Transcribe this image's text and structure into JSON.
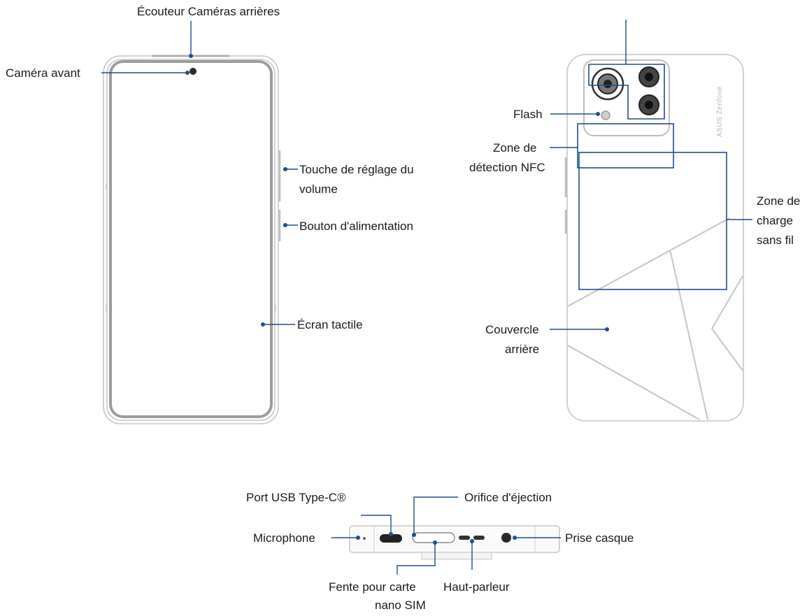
{
  "labels": {
    "ecouteur_cameras": "Écouteur Caméras arrières",
    "camera_avant": "Caméra avant",
    "volume_1": "Touche de réglage du",
    "volume_2": "volume",
    "alimentation": "Bouton d'alimentation",
    "ecran": "Écran tactile",
    "flash": "Flash",
    "nfc_1": "Zone de",
    "nfc_2": "détection NFC",
    "charge_1": "Zone de",
    "charge_2": "charge",
    "charge_3": "sans fil",
    "couvercle_1": "Couvercle",
    "couvercle_2": "arrière",
    "usb": "Port USB Type-C®",
    "ejection": "Orifice d'éjection",
    "microphone": "Microphone",
    "prise": "Prise casque",
    "sim_1": "Fente pour carte",
    "sim_2": "nano SIM",
    "haut_parleur": "Haut-parleur"
  },
  "brand": "ASUS Zenfone",
  "colors": {
    "accent": "#1f4e8c",
    "outline": "#c6c6c6",
    "screen_edge": "#9c9c9c"
  }
}
